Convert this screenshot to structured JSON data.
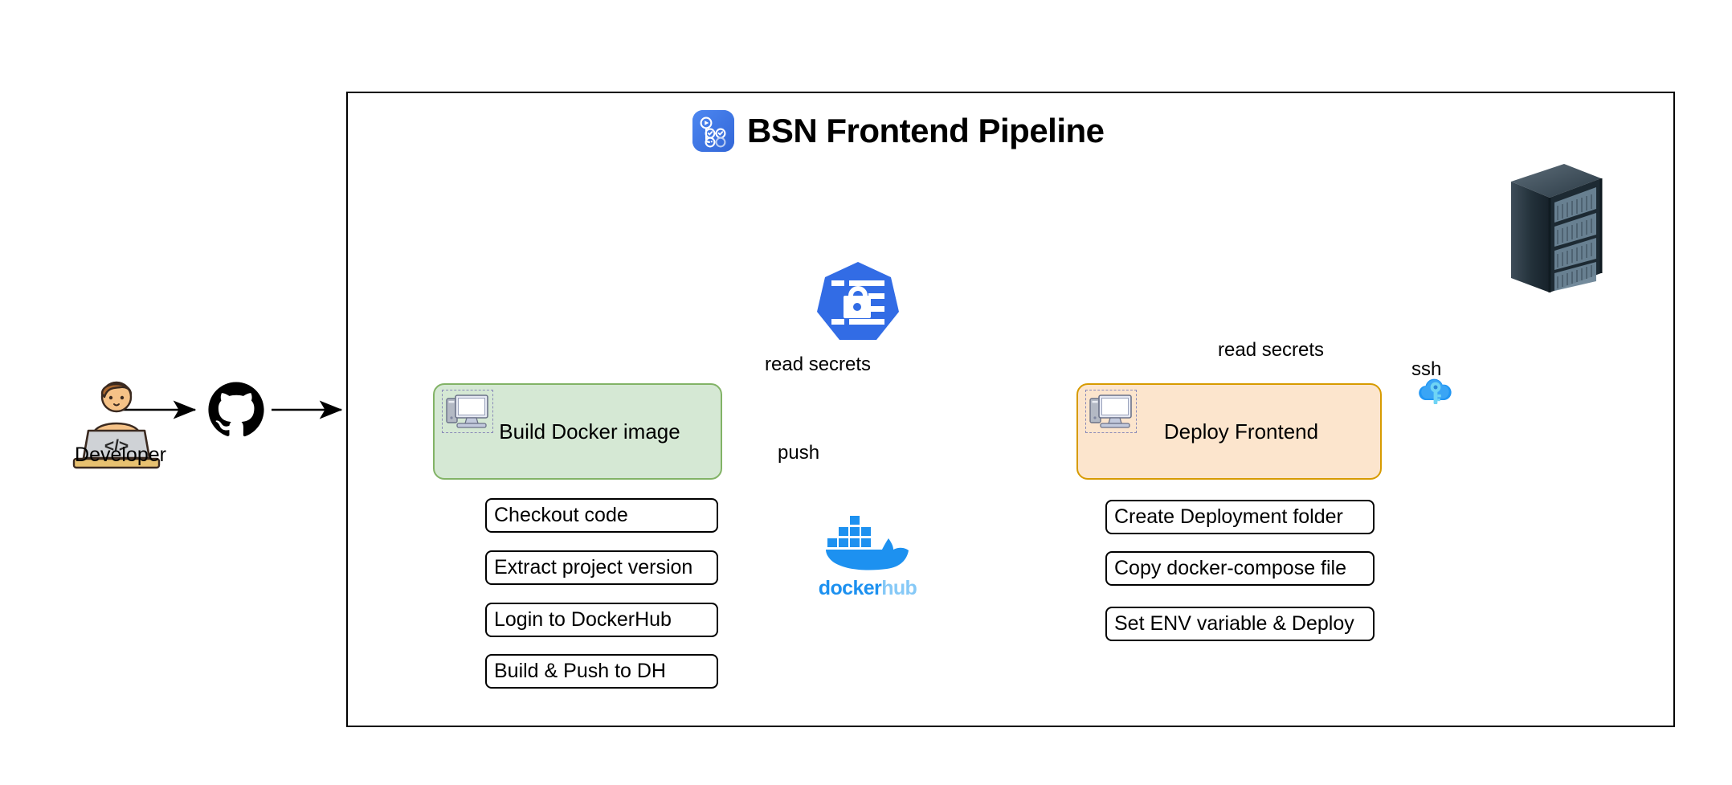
{
  "diagram": {
    "title": "BSN Frontend Pipeline",
    "title_icon": "github-actions-icon",
    "background": "#ffffff",
    "container_border": "#000000"
  },
  "actors": {
    "developer": {
      "label": "Developer",
      "icon": "developer-at-laptop-icon"
    },
    "github": {
      "icon": "github-octocat-icon"
    },
    "server": {
      "icon": "server-rack-icon"
    }
  },
  "stages": [
    {
      "id": "build",
      "label": "Build Docker image",
      "icon": "computer-icon",
      "fill": "#d5e8d4",
      "stroke": "#82b366",
      "steps": [
        "Checkout code",
        "Extract project version",
        "Login to DockerHub",
        "Build & Push to DH"
      ]
    },
    {
      "id": "deploy",
      "label": "Deploy Frontend",
      "icon": "computer-icon",
      "fill": "#fce5cd",
      "stroke": "#d79b00",
      "steps": [
        "Create Deployment folder",
        "Copy docker-compose file",
        "Set ENV variable & Deploy"
      ]
    }
  ],
  "services": {
    "secrets": {
      "icon": "kubernetes-secret-lock-icon",
      "color": "#326ce5"
    },
    "dockerhub": {
      "icon": "docker-whale-icon",
      "wordmark_primary": "docker",
      "wordmark_secondary": "hub",
      "color_primary": "#1d91f0",
      "color_secondary": "#86c9f7"
    },
    "ssh": {
      "label": "ssh",
      "icon": "ssh-cloud-key-icon",
      "color": "#2196f3"
    }
  },
  "edges": [
    {
      "id": "dev-to-github",
      "label": ""
    },
    {
      "id": "github-to-build",
      "label": ""
    },
    {
      "id": "build-to-secrets",
      "label": "read secrets"
    },
    {
      "id": "build-to-deploy",
      "label": "push"
    },
    {
      "id": "build-to-dockerhub",
      "label": ""
    },
    {
      "id": "deploy-to-secrets",
      "label": "read secrets"
    },
    {
      "id": "deploy-to-server",
      "label": ""
    }
  ]
}
